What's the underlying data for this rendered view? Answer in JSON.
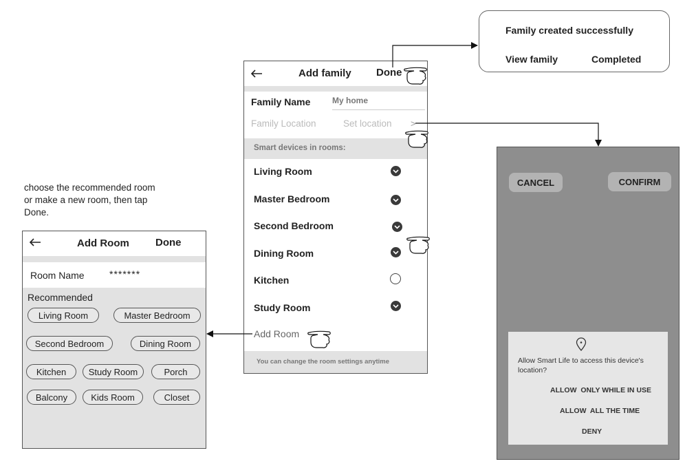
{
  "instruction": {
    "line1": "choose the recommended room",
    "line2": "or make a new room, then tap",
    "line3": "Done."
  },
  "add_room": {
    "back_icon": "arrow-left-icon",
    "title": "Add Room",
    "done_label": "Done",
    "room_name_label": "Room Name",
    "room_name_value": "*******",
    "recommended_label": "Recommended",
    "pills": [
      "Living Room",
      "Master Bedroom",
      "Second Bedroom",
      "Dining Room",
      "Kitchen",
      "Study Room",
      "Porch",
      "Balcony",
      "Kids Room",
      "Closet"
    ]
  },
  "add_family": {
    "back_icon": "arrow-left-icon",
    "title": "Add family",
    "done_label": "Done",
    "family_name_label": "Family Name",
    "family_name_value": "My home",
    "family_location_label": "Family Location",
    "set_location_label": "Set location",
    "set_location_chevron": ">",
    "smart_devices_label": "Smart devices in rooms:",
    "rooms": [
      {
        "name": "Living Room",
        "checked": true
      },
      {
        "name": "Master Bedroom",
        "checked": true
      },
      {
        "name": "Second Bedroom",
        "checked": true
      },
      {
        "name": "Dining Room",
        "checked": true
      },
      {
        "name": "Kitchen",
        "checked": false
      },
      {
        "name": "Study Room",
        "checked": true
      }
    ],
    "add_room_label": "Add Room",
    "footer_note": "You can change the room settings anytime"
  },
  "family_dialog": {
    "message": "Family created successfully",
    "view_family_label": "View family",
    "completed_label": "Completed"
  },
  "permission_screen": {
    "cancel_label": "CANCEL",
    "confirm_label": "CONFIRM",
    "dialog_icon": "location-pin-icon",
    "dialog_text_line1": "Allow Smart Life to access this device's",
    "dialog_text_line2": "location?",
    "allow_while_label": "ALLOW  ONLY WHILE IN USE",
    "allow_always_label": "ALLOW  ALL THE TIME",
    "deny_label": "DENY"
  },
  "colors": {
    "screen_gray": "#8e8e8e",
    "panel_gray": "#e2e2e2",
    "check_dark": "#3a3a3a"
  }
}
